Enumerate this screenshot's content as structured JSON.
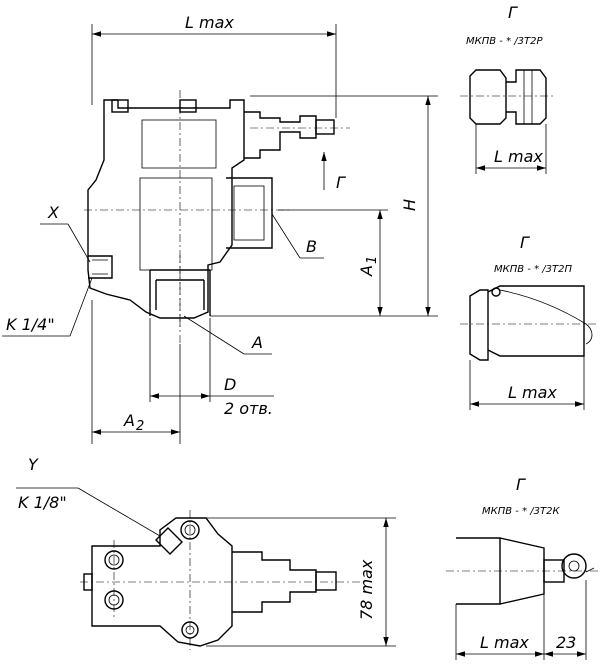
{
  "main_view": {
    "dim_length": "L max",
    "dim_height": "H",
    "dim_a1_main": "A",
    "dim_a1_sub": "1",
    "dim_a2_main": "A",
    "dim_a2_sub": "2",
    "label_x": "X",
    "label_thread_x": "K 1/4\"",
    "label_a": "A",
    "label_b": "B",
    "label_d": "D",
    "label_holes": "2 отв.",
    "label_view_arrow": "Г"
  },
  "bottom_view": {
    "label_y": "Y",
    "label_thread_y": "K 1/8\"",
    "dim_width": "78 max"
  },
  "variants": [
    {
      "view": "Г",
      "code": "МКПВ - * /3Т2Р",
      "dim": "L max"
    },
    {
      "view": "Г",
      "code": "МКПВ - * /3Т2П",
      "dim": "L max"
    },
    {
      "view": "Г",
      "code": "МКПВ - * /3Т2К",
      "dim": "L max",
      "dim_extra": "23"
    }
  ]
}
